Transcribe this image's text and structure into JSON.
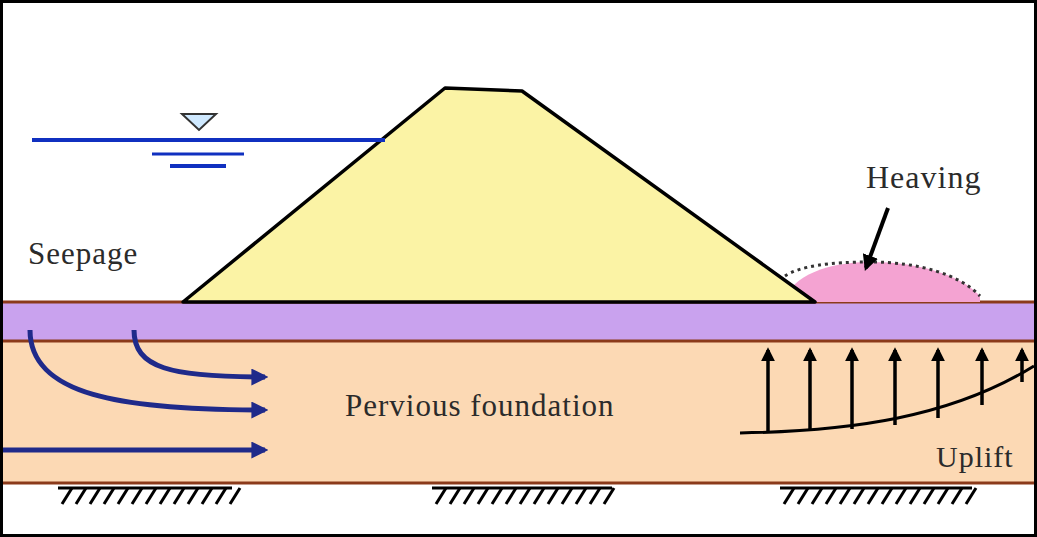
{
  "diagram": {
    "nodes": [
      {
        "text": [
          "Pervious foundation"
        ]
      }
    ],
    "labels": [
      "Seepage",
      "Heaving",
      "Uplift"
    ]
  }
}
